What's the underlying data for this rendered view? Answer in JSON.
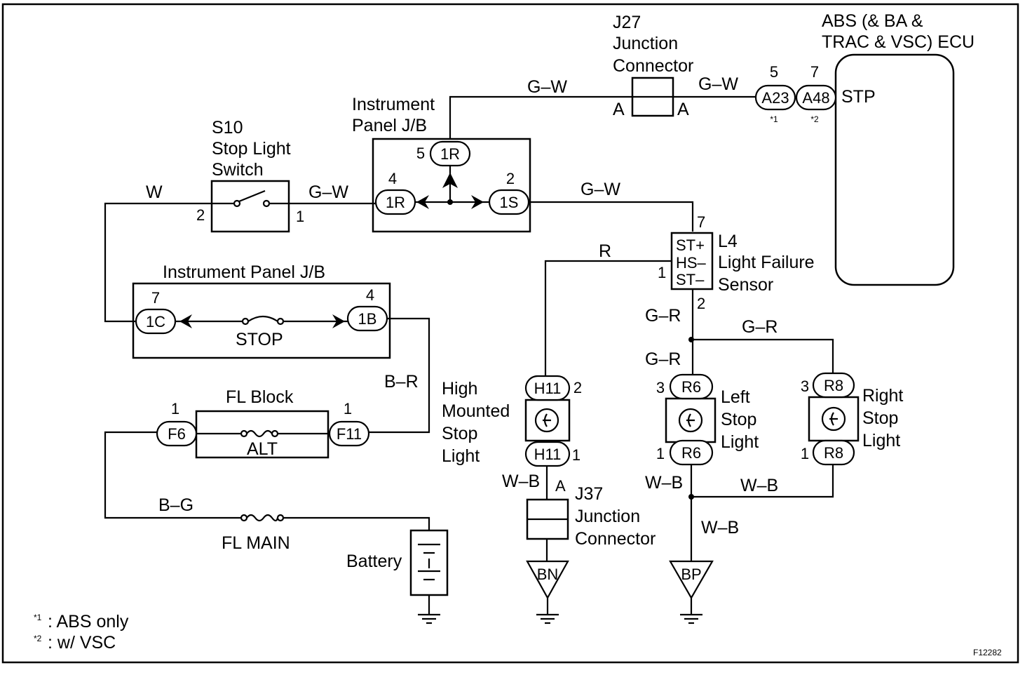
{
  "components": {
    "ecu": {
      "title_line1": "ABS (& BA &",
      "title_line2": "TRAC & VSC) ECU",
      "terminal": "STP"
    },
    "j27": {
      "id": "J27",
      "name_line1": "Junction",
      "name_line2": "Connector",
      "pin_in": "A",
      "pin_out": "A"
    },
    "ip_jb_top": {
      "name_line1": "Instrument",
      "name_line2": "Panel J/B"
    },
    "s10": {
      "id": "S10",
      "name_line1": "Stop Light",
      "name_line2": "Switch",
      "pin_left": "2",
      "pin_right": "1"
    },
    "ip_jb_bottom": {
      "name": "Instrument Panel J/B",
      "fuse": "STOP"
    },
    "fl_block": {
      "name": "FL Block",
      "fuse": "ALT"
    },
    "fl_main": {
      "name": "FL MAIN"
    },
    "battery": {
      "name": "Battery"
    },
    "l4": {
      "id": "L4",
      "name_line1": "Light Failure",
      "name_line2": "Sensor",
      "term1": "ST+",
      "term2": "HS–",
      "term3": "ST–",
      "pin_top": "7",
      "pin_left": "1",
      "pin_bottom": "2"
    },
    "high_stop": {
      "line1": "High",
      "line2": "Mounted",
      "line3": "Stop",
      "line4": "Light"
    },
    "left_stop": {
      "line1": "Left",
      "line2": "Stop",
      "line3": "Light"
    },
    "right_stop": {
      "line1": "Right",
      "line2": "Stop",
      "line3": "Light"
    },
    "j37": {
      "id": "J37",
      "name_line1": "Junction",
      "name_line2": "Connector",
      "pin": "A"
    }
  },
  "connectors": {
    "a23": {
      "label": "A23",
      "pin": "5",
      "note": "*1"
    },
    "a48": {
      "label": "A48",
      "pin": "7",
      "note": "*2"
    },
    "c1r_top": {
      "label": "1R",
      "pin": "5"
    },
    "c1r_left": {
      "label": "1R",
      "pin": "4"
    },
    "c1s": {
      "label": "1S",
      "pin": "2"
    },
    "c1c": {
      "label": "1C",
      "pin": "7"
    },
    "c1b": {
      "label": "1B",
      "pin": "4"
    },
    "f6": {
      "label": "F6",
      "pin": "1"
    },
    "f11": {
      "label": "F11",
      "pin": "1"
    },
    "h11_top": {
      "label": "H11",
      "pin": "2"
    },
    "h11_bot": {
      "label": "H11",
      "pin": "1"
    },
    "r6_top": {
      "label": "R6",
      "pin": "3"
    },
    "r6_bot": {
      "label": "R6",
      "pin": "1"
    },
    "r8_top": {
      "label": "R8",
      "pin": "3"
    },
    "r8_bot": {
      "label": "R8",
      "pin": "1"
    },
    "bn": {
      "label": "BN"
    },
    "bp": {
      "label": "BP"
    }
  },
  "wires": {
    "jb_to_j27": "G–W",
    "j27_to_ecu": "G–W",
    "switch_to_jb": "G–W",
    "jb_to_l4": "G–W",
    "switch_in": "W",
    "l4_to_high": "R",
    "l4_out": "G–R",
    "split_right": "G–R",
    "left_in": "G–R",
    "jb_to_fl": "B–R",
    "batt": "B–G",
    "high_gnd": "W–B",
    "left_gnd": "W–B",
    "right_gnd": "W–B",
    "bp_wire": "W–B"
  },
  "notes": {
    "n1_mark": "*1",
    "n1_text": ": ABS only",
    "n2_mark": "*2",
    "n2_text": ": w/ VSC"
  },
  "figure_id": "F12282"
}
